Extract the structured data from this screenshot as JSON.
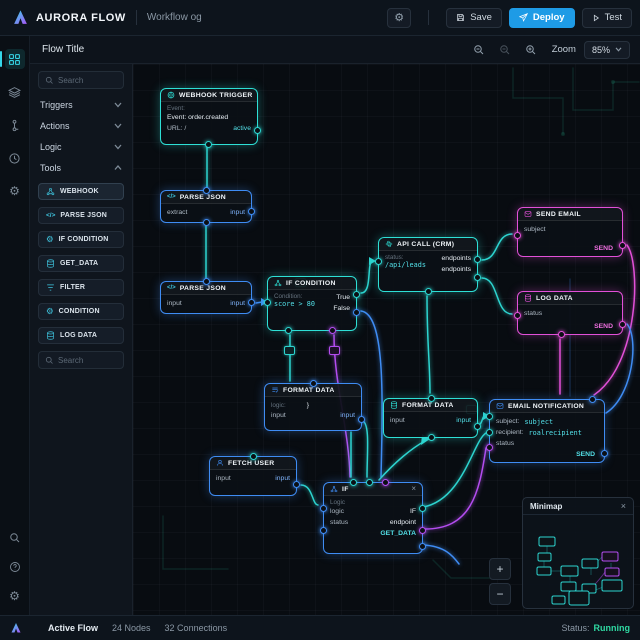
{
  "topbar": {
    "app_name": "AURORA FLOW",
    "workflow_name": "Workflow og",
    "save_label": "Save",
    "deploy_label": "Deploy",
    "test_label": "Test"
  },
  "canvas_header": {
    "title": "Flow Title",
    "zoom_label": "Zoom",
    "zoom_value": "85%"
  },
  "sidebar": {
    "search_placeholder": "Search",
    "bottom_search_placeholder": "Search",
    "sections": [
      {
        "label": "Triggers"
      },
      {
        "label": "Actions"
      },
      {
        "label": "Logic"
      },
      {
        "label": "Tools"
      }
    ],
    "tools": [
      {
        "label": "WEBHOOK"
      },
      {
        "label": "PARSE JSON"
      },
      {
        "label": "IF CONDITION"
      },
      {
        "label": "GET_DATA"
      },
      {
        "label": "FILTER"
      },
      {
        "label": "CONDITION"
      },
      {
        "label": "LOG DATA"
      }
    ]
  },
  "nodes": {
    "webhook_trigger": {
      "title": "WEBHOOK TRIGGER",
      "event_label": "Event:",
      "event_line": "Event: order.created",
      "url_line": "URL:  /",
      "badge": "active"
    },
    "parse_json_1": {
      "title": "PARSE JSON",
      "left": "extract",
      "right": "input"
    },
    "parse_json_2": {
      "title": "PARSE JSON",
      "left": "input",
      "right": "input"
    },
    "if_condition": {
      "title": "IF CONDITION",
      "condition_label": "Condition:",
      "condition_value": "score > 80",
      "true_label": "True",
      "false_label": "False"
    },
    "api_call": {
      "title": "API CALL (CRM)",
      "status_label": "status:",
      "status_value": "/api/leads",
      "out1": "endpoints",
      "out2": "endpoints"
    },
    "send_email": {
      "title": "SEND EMAIL",
      "left": "subject",
      "action": "SEND"
    },
    "log_data": {
      "title": "LOG DATA",
      "left": "status",
      "action": "SEND"
    },
    "format_data_1": {
      "title": "FORMAT DATA",
      "logic_label": "logic:",
      "logic_value": "}",
      "left": "input",
      "right": "input"
    },
    "format_data_2": {
      "title": "FORMAT DATA",
      "left": "input",
      "right": "input"
    },
    "email_notification": {
      "title": "EMAIL NOTIFICATION",
      "row1_label": "subject:",
      "row1_value": "subject",
      "row2_label": "recipient:",
      "row2_value": "roalrecipient",
      "row3_label": "status",
      "action": "SEND"
    },
    "fetch_user": {
      "title": "FETCH USER",
      "left": "input",
      "right": "input"
    },
    "if_node": {
      "title": "IF",
      "close": "×",
      "section_label": "Logic",
      "row1_left": "logic",
      "row1_right": "IF",
      "row2_left": "status",
      "row2_right": "endpoint",
      "row3_right": "GET_DATA"
    }
  },
  "minimap": {
    "title": "Minimap",
    "close": "×"
  },
  "canvas_controls": {
    "zoom_in": "+",
    "zoom_out": "−"
  },
  "statusbar": {
    "flow_label": "Active Flow",
    "nodes_count": "24 Nodes",
    "connections_count": "32 Connections",
    "status_label": "Status:",
    "status_value": "Running"
  },
  "colors": {
    "accent_cyan": "#2dd4cf",
    "accent_blue": "#3f8cf3",
    "accent_purple": "#b44df0",
    "accent_magenta": "#e250d8",
    "deploy_blue": "#1e9be6",
    "status_green": "#2fd9a2"
  }
}
